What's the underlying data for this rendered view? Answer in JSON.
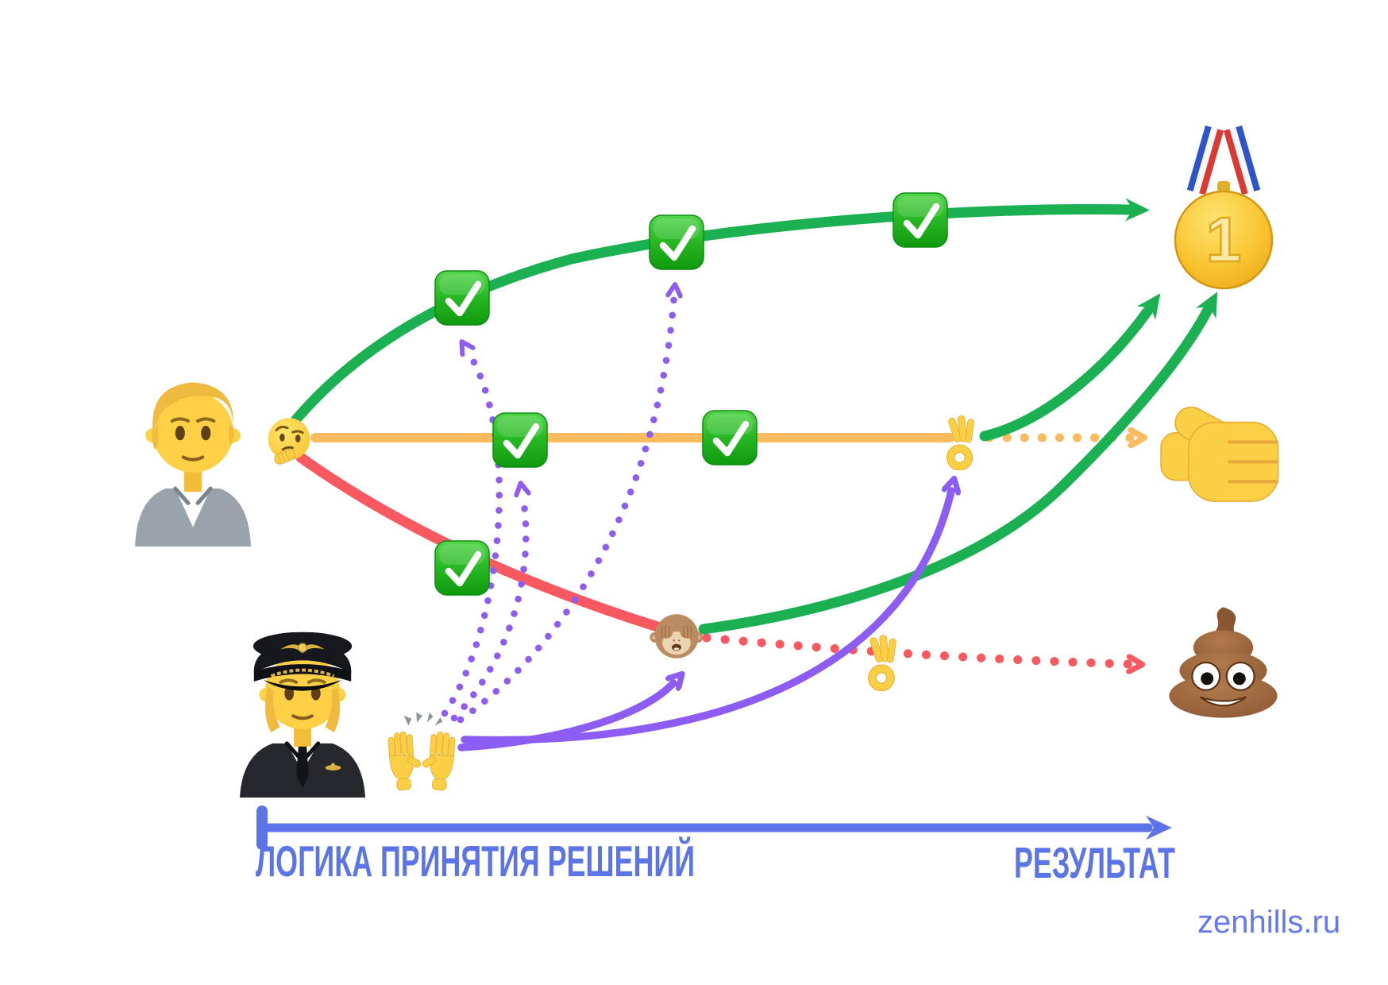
{
  "diagram": {
    "watermark": "zenhills.ru",
    "medal_number": "1",
    "axis": {
      "label_left": "ЛОГИКА ПРИНЯТИЯ РЕШЕНИЙ",
      "label_right": "РЕЗУЛЬТАТ"
    },
    "colors": {
      "green": "#1bb153",
      "orange": "#fbba5e",
      "red": "#f8585f",
      "purple": "#8c5cf3",
      "axis_blue": "#5b74e8",
      "watermark_blue": "#6478f0"
    },
    "nodes": [
      {
        "id": "office-worker",
        "emoji": "🧑‍💼"
      },
      {
        "id": "thinking-face",
        "emoji": "🤔"
      },
      {
        "id": "pilot",
        "emoji": "🧑‍✈️"
      },
      {
        "id": "raising-hands",
        "emoji": "🙌"
      },
      {
        "id": "check-mark-green-1",
        "emoji": "✅"
      },
      {
        "id": "check-mark-green-2",
        "emoji": "✅"
      },
      {
        "id": "check-mark-green-3",
        "emoji": "✅"
      },
      {
        "id": "check-mark-orange-1",
        "emoji": "✅"
      },
      {
        "id": "check-mark-orange-2",
        "emoji": "✅"
      },
      {
        "id": "check-mark-red-1",
        "emoji": "✅"
      },
      {
        "id": "see-no-evil-monkey",
        "emoji": "🙈"
      },
      {
        "id": "ok-hand-upper",
        "emoji": "👌"
      },
      {
        "id": "ok-hand-lower",
        "emoji": "👌"
      },
      {
        "id": "gold-medal",
        "emoji": "🥇"
      },
      {
        "id": "thumbs-up",
        "emoji": "👍"
      },
      {
        "id": "poop",
        "emoji": "💩"
      }
    ],
    "edges": [
      {
        "id": "ideal-green-path",
        "from": "thinking-face",
        "to": "gold-medal",
        "style": "solid",
        "color": "green",
        "via": "check-mark-green-1, check-mark-green-2, check-mark-green-3",
        "arrow": true
      },
      {
        "id": "ok-straight-path",
        "from": "thinking-face",
        "to": "ok-hand-upper",
        "style": "solid",
        "color": "orange",
        "via": "check-mark-orange-1, check-mark-orange-2",
        "arrow": false
      },
      {
        "id": "ok-dotted-continuation",
        "from": "ok-hand-upper",
        "to": "thumbs-up",
        "style": "dotted",
        "color": "orange",
        "arrow": true
      },
      {
        "id": "bad-path",
        "from": "thinking-face",
        "to": "see-no-evil-monkey",
        "style": "solid",
        "color": "red",
        "via": "check-mark-red-1",
        "arrow": false
      },
      {
        "id": "bad-dotted-continuation",
        "from": "see-no-evil-monkey",
        "to": "poop",
        "style": "dotted",
        "color": "red",
        "arrow": true
      },
      {
        "id": "recovery-from-monkey",
        "from": "see-no-evil-monkey",
        "to": "gold-medal",
        "style": "solid",
        "color": "green",
        "arrow": true
      },
      {
        "id": "recovery-from-ok-hand",
        "from": "ok-hand-upper",
        "to": "gold-medal",
        "style": "solid",
        "color": "green",
        "arrow": true
      },
      {
        "id": "luck-to-green-check-1",
        "from": "raising-hands",
        "to": "check-mark-green-1",
        "style": "dotted",
        "color": "purple",
        "arrow": true
      },
      {
        "id": "luck-to-orange-check-1",
        "from": "raising-hands",
        "to": "check-mark-orange-1",
        "style": "dotted",
        "color": "purple",
        "arrow": true
      },
      {
        "id": "luck-to-green-check-2",
        "from": "raising-hands",
        "to": "check-mark-green-2",
        "style": "dotted",
        "color": "purple",
        "arrow": true
      },
      {
        "id": "luck-to-monkey",
        "from": "raising-hands",
        "to": "see-no-evil-monkey",
        "style": "solid",
        "color": "purple",
        "arrow": true
      },
      {
        "id": "luck-to-ok-hand",
        "from": "raising-hands",
        "to": "ok-hand-upper",
        "style": "solid",
        "color": "purple",
        "arrow": true
      }
    ]
  }
}
